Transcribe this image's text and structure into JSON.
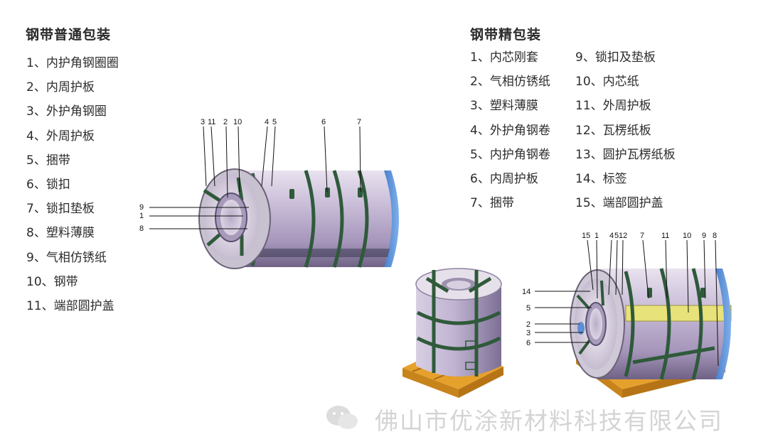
{
  "left": {
    "title": "钢带普通包装",
    "items": [
      "1、内护角钢圈圈",
      "2、内周护板",
      "3、外护角钢圈",
      "4、外周护板",
      "5、捆带",
      "6、锁扣",
      "7、锁扣垫板",
      "8、塑料薄膜",
      "9、气相仿锈纸",
      "10、钢带",
      "11、端部圆护盖"
    ],
    "callouts_top": [
      "3",
      "11",
      "2",
      "10",
      "4",
      "5",
      "6",
      "7"
    ],
    "callouts_side": [
      "9",
      "1",
      "8"
    ]
  },
  "right": {
    "title": "钢带精包装",
    "items_col1": [
      "1、内芯刚套",
      "2、气相仿锈纸",
      "3、塑料薄膜",
      "4、外护角钢卷",
      "5、内护角钢卷",
      "6、内周护板",
      "7、捆带"
    ],
    "items_col2": [
      "9、锁扣及垫板",
      "10、内芯纸",
      "11、外周护板",
      "12、瓦楞纸板",
      "13、圆护瓦楞纸板",
      "14、标签",
      "15、端部圆护盖"
    ],
    "callouts_top": [
      "15",
      "1",
      "4",
      "5",
      "12",
      "7",
      "11",
      "10",
      "9",
      "8"
    ],
    "callouts_side": [
      "14",
      "5",
      "2",
      "3",
      "6"
    ]
  },
  "watermark": "佛山市优涂新材料科技有限公司",
  "colors": {
    "coil_body": "#c7bcd6",
    "coil_shadow": "#8d7fa3",
    "strap": "#2f5a3a",
    "edge_blue": "#5d8fd6",
    "pallet": "#e6a12c",
    "liner_yellow": "#e8e27a"
  }
}
